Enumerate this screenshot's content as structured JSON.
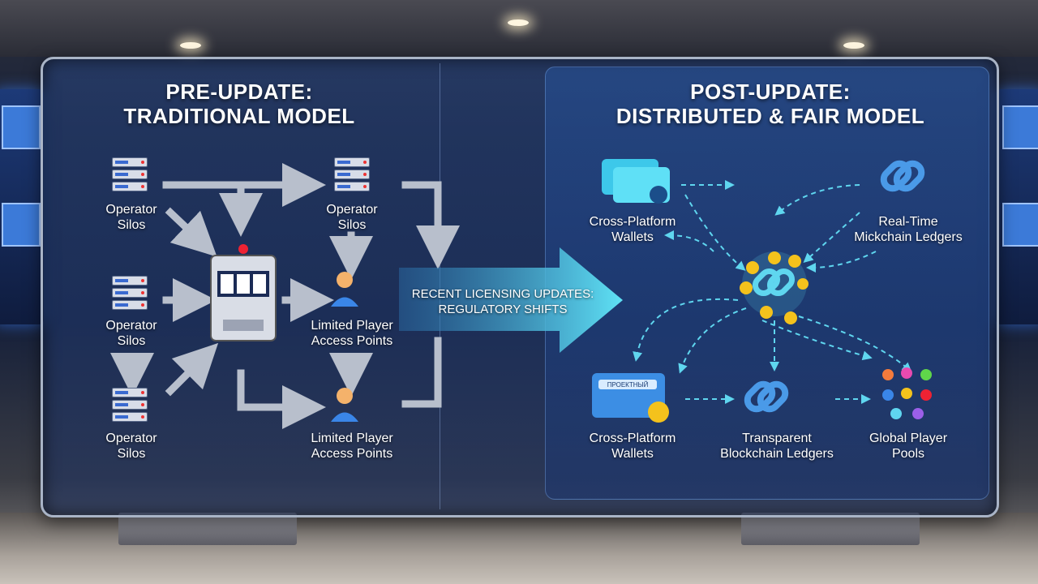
{
  "left": {
    "title_line1": "PRE-UPDATE:",
    "title_line2": "TRADITIONAL MODEL",
    "operator_silos_1": "Operator",
    "operator_silos_2": "Silos",
    "limited_1": "Limited Player",
    "limited_2": "Access Points"
  },
  "center": {
    "line1": "RECENT LICENSING UPDATES:",
    "line2": "REGULATORY SHIFTS"
  },
  "right": {
    "title_line1": "POST-UPDATE:",
    "title_line2": "DISTRIBUTED & FAIR MODEL",
    "wallets_1": "Cross-Platform",
    "wallets_2": "Wallets",
    "realtime_1": "Real-Time",
    "realtime_2": "Mickchain Ledgers",
    "transparent_1": "Transparent",
    "transparent_2": "Blockchain Ledgers",
    "global_1": "Global Player",
    "global_2": "Pools",
    "card_text": "ПРОЕКТНЫЙ"
  },
  "colors": {
    "cyan": "#5fd6ef",
    "arrow_gray": "#b8bfcc",
    "coin": "#f4c21c"
  }
}
